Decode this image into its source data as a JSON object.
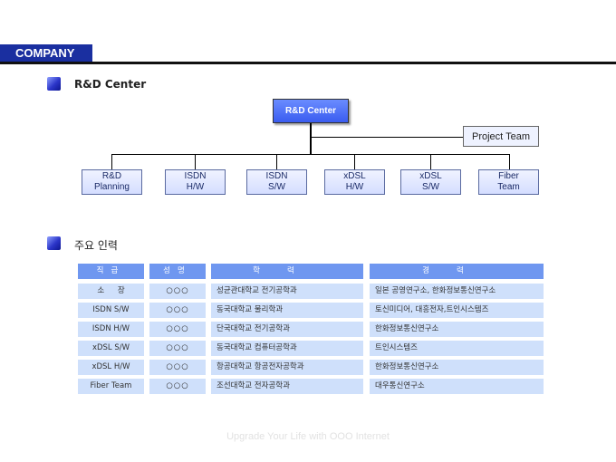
{
  "header": {
    "company_label": "COMPANY"
  },
  "section1": {
    "title": "R&D Center"
  },
  "org": {
    "center": "R&D Center",
    "project": "Project Team",
    "children": [
      {
        "line1": "R&D",
        "line2": "Planning"
      },
      {
        "line1": "ISDN",
        "line2": "H/W"
      },
      {
        "line1": "ISDN",
        "line2": "S/W"
      },
      {
        "line1": "xDSL",
        "line2": "H/W"
      },
      {
        "line1": "xDSL",
        "line2": "S/W"
      },
      {
        "line1": "Fiber",
        "line2": "Team"
      }
    ]
  },
  "section2": {
    "title": "주요 인력"
  },
  "table": {
    "headers": [
      "직급",
      "성명",
      "학력",
      "경력"
    ],
    "rows": [
      {
        "position": "소 장",
        "name": "○○○",
        "education": "성균관대학교 전기공학과",
        "career": "일본 공영연구소, 한화정보통신연구소"
      },
      {
        "position": "ISDN S/W",
        "name": "○○○",
        "education": "동국대학교 물리학과",
        "career": "토신미디어, 대흥전자,트인시스템즈"
      },
      {
        "position": "ISDN H/W",
        "name": "○○○",
        "education": "단국대학교 전기공학과",
        "career": "한화정보통신연구소"
      },
      {
        "position": "xDSL S/W",
        "name": "○○○",
        "education": "동국대학교 컴퓨터공학과",
        "career": "트인시스템즈"
      },
      {
        "position": "xDSL H/W",
        "name": "○○○",
        "education": "항공대학교 항공전자공학과",
        "career": "한화정보통신연구소"
      },
      {
        "position": "Fiber Team",
        "name": "○○○",
        "education": "조선대학교 전자공학과",
        "career": "대우통신연구소"
      }
    ]
  },
  "footer": {
    "text": "Upgrade Your Life with OOO Internet"
  }
}
